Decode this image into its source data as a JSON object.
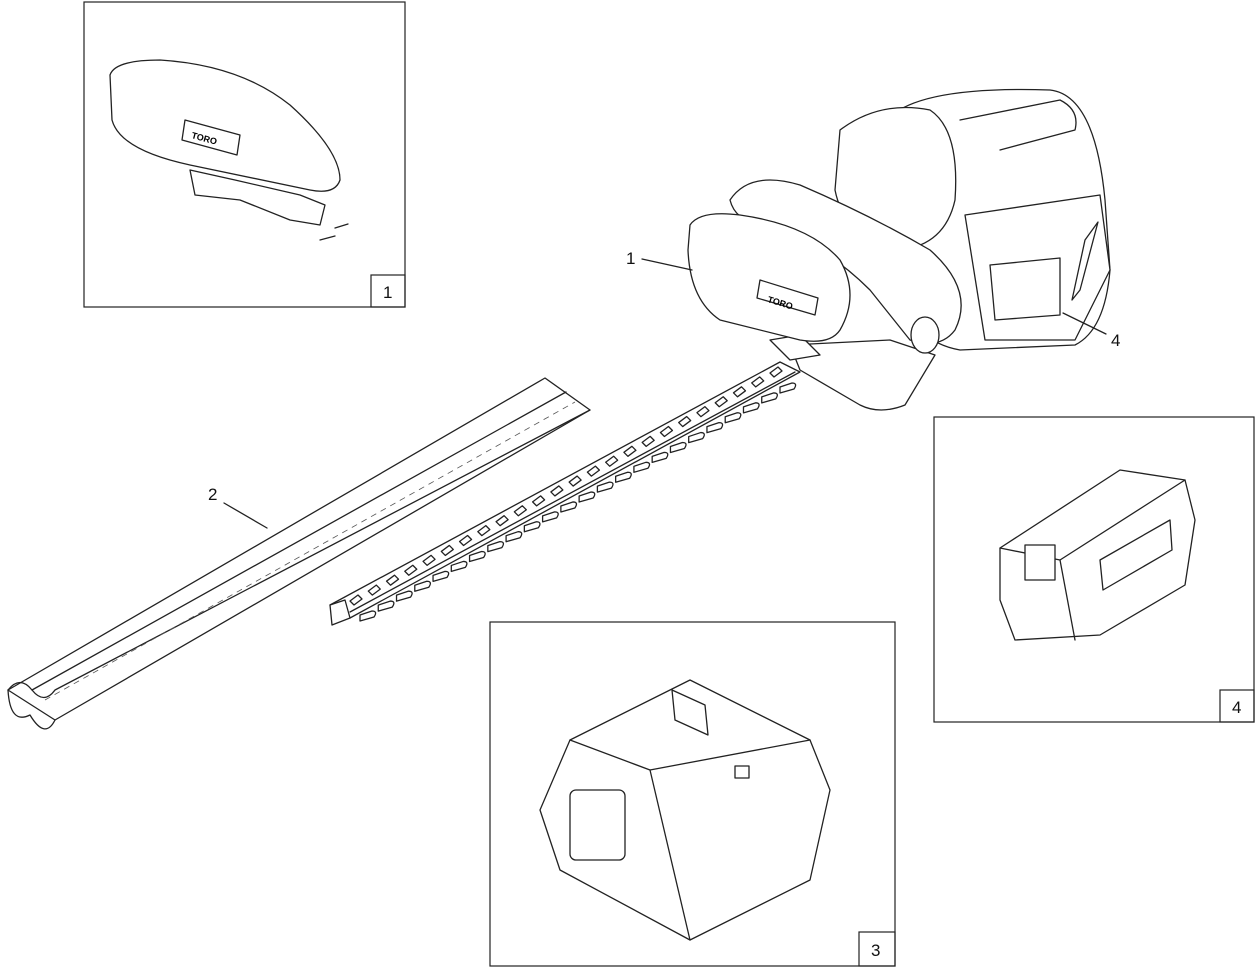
{
  "callouts": [
    {
      "id": "1"
    },
    {
      "id": "2"
    },
    {
      "id": "4"
    }
  ],
  "detail_boxes": [
    {
      "label": "1"
    },
    {
      "label": "4"
    },
    {
      "label": "3"
    }
  ],
  "logo_text": "TORO"
}
